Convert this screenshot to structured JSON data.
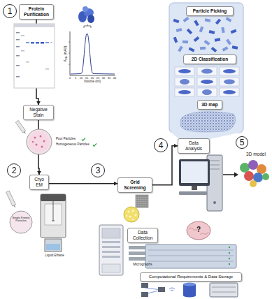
{
  "diagram": {
    "nodes": [
      {
        "text": [
          "1"
        ]
      },
      {
        "text": [
          "Protein Purification"
        ]
      },
      {
        "text": [
          "Negative Stain"
        ]
      },
      {
        "text": [
          "2"
        ]
      },
      {
        "text": [
          "Cryo EM"
        ]
      },
      {
        "text": [
          "3"
        ]
      },
      {
        "text": [
          "Grid Screening"
        ]
      },
      {
        "text": [
          "Data Collection"
        ]
      },
      {
        "text": [
          "4"
        ]
      },
      {
        "text": [
          "Data Analysis"
        ]
      },
      {
        "text": [
          "Particle Picking"
        ]
      },
      {
        "text": [
          "2D Classification"
        ]
      },
      {
        "text": [
          "3D map"
        ]
      },
      {
        "text": [
          "5"
        ]
      },
      {
        "text": [
          "Computational Requirements & Data Storage"
        ]
      }
    ],
    "edges": [
      {
        "from": 1,
        "to": 2,
        "arrow": "to"
      },
      {
        "from": 2,
        "to": 4,
        "arrow": "to"
      },
      {
        "from": 4,
        "to": 6,
        "arrow": "to"
      },
      {
        "from": 6,
        "to": 9,
        "arrow": "to"
      }
    ],
    "labels": [
      "A₂₈₀ (mAU)",
      "0",
      "5",
      "10",
      "15",
      "20",
      "25",
      "30",
      "35",
      "40",
      "Volume (ml)",
      "Poor Particles",
      "Homogeneous Particles",
      "Single Protein Particles",
      "Liquid Ethane",
      "Micrographs",
      "?",
      "3D model"
    ]
  }
}
